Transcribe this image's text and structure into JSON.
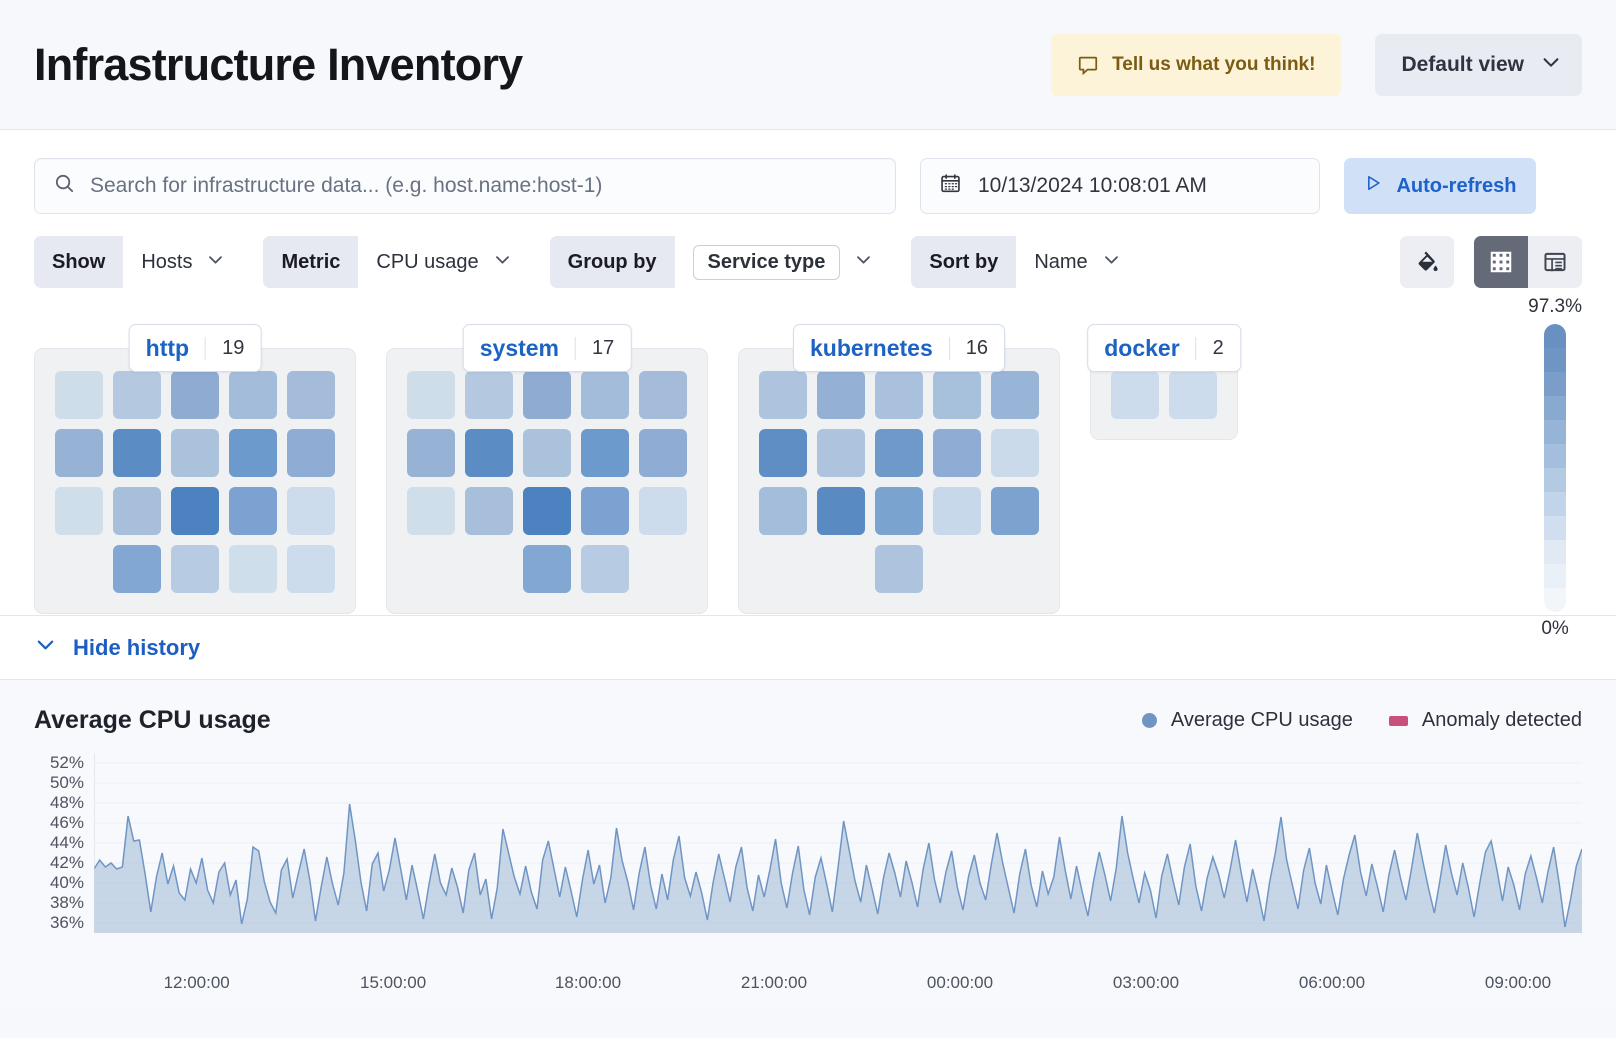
{
  "header": {
    "title": "Infrastructure Inventory",
    "feedback_label": "Tell us what you think!",
    "feedback_icon": "comment-icon",
    "view_label": "Default view",
    "view_chevron": "chevron-down-icon"
  },
  "search": {
    "placeholder": "Search for infrastructure data... (e.g. host.name:host-1)",
    "value": "",
    "icon": "search-icon"
  },
  "datepicker": {
    "value": "10/13/2024 10:08:01 AM",
    "icon": "calendar-icon"
  },
  "auto_refresh": {
    "label": "Auto-refresh",
    "icon": "play-icon"
  },
  "filters": [
    {
      "label": "Show",
      "value": "Hosts",
      "boxed": false
    },
    {
      "label": "Metric",
      "value": "CPU usage",
      "boxed": false
    },
    {
      "label": "Group by",
      "value": "Service type",
      "boxed": true
    },
    {
      "label": "Sort by",
      "value": "Name",
      "boxed": false
    }
  ],
  "toolbar": {
    "color_button_icon": "paint-bucket-icon",
    "grid_view_icon": "grid-view-icon",
    "table_view_icon": "table-view-icon",
    "active_view": "grid"
  },
  "legend_scale": {
    "max": "97.3%",
    "min": "0%",
    "colors": [
      "#6890c0",
      "#6e95c3",
      "#7a9ec9",
      "#88a9d0",
      "#96b4d7",
      "#a4bfdd",
      "#b3cae3",
      "#c2d4e9",
      "#d1deef",
      "#e0e9f4",
      "#eaf0f8",
      "#f2f6fb"
    ]
  },
  "groups": [
    {
      "name": "http",
      "count": "19",
      "rows": [
        [
          "#cdddea",
          "#b4c8e0",
          "#8fabd2",
          "#a3bcda",
          "#a4bcda"
        ],
        [
          "#96b2d5",
          "#5c8cc4",
          "#abc2dd",
          "#6d9acc",
          "#8eacd4"
        ],
        [
          "#cfdeeb",
          "#a8bfdb",
          "#4b82bf",
          "#7ba2d0",
          "#cddced"
        ],
        [
          "spacer",
          "#82a7d2",
          "#b7cbe3",
          "#cfdeeb",
          "#ccdced"
        ]
      ]
    },
    {
      "name": "system",
      "count": "17",
      "rows": [
        [
          "#cdddea",
          "#b4c8e0",
          "#8fabd2",
          "#a3bcda",
          "#a4bcda"
        ],
        [
          "#96b2d5",
          "#5c8cc4",
          "#abc2dd",
          "#6d9acc",
          "#8eacd4"
        ],
        [
          "#cfdeeb",
          "#a8bfdb",
          "#4b82bf",
          "#7ba2d0",
          "#cddced"
        ],
        [
          "spacer",
          "spacer",
          "#82a7d2",
          "#b7cbe3",
          "spacer"
        ]
      ]
    },
    {
      "name": "kubernetes",
      "count": "16",
      "rows": [
        [
          "#aec3dd",
          "#94b0d4",
          "#a9c1dd",
          "#a7c0dc",
          "#98b4d6"
        ],
        [
          "#5f8ec5",
          "#aec4de",
          "#6e99c9",
          "#8fadd4",
          "#cadaeb"
        ],
        [
          "#a4bddb",
          "#5a8ac2",
          "#7ba3d0",
          "#c7d8ea",
          "#7ca3d0"
        ],
        [
          "spacer",
          "spacer",
          "#adc3de",
          "spacer",
          "spacer"
        ]
      ]
    },
    {
      "name": "docker",
      "count": "2",
      "rows": [
        [
          "#ccdcec",
          "#ccdcec"
        ]
      ]
    }
  ],
  "history": {
    "toggle_label": "Hide history",
    "toggle_icon": "chevron-down-icon"
  },
  "chart_data": {
    "type": "area",
    "title": "Average CPU usage",
    "xlabel": "",
    "ylabel": "",
    "ylim": [
      35,
      53
    ],
    "grid": true,
    "legend_position": "top-right",
    "line_color": "#7095c4",
    "fill_color": "#b5c9e0",
    "anomaly_color": "#c9507a",
    "legend": [
      {
        "name": "Average CPU usage",
        "marker": "dot",
        "color": "#7095c4"
      },
      {
        "name": "Anomaly detected",
        "marker": "square",
        "color": "#c9507a"
      }
    ],
    "ytick_labels": [
      "52%",
      "50%",
      "48%",
      "46%",
      "44%",
      "42%",
      "40%",
      "38%",
      "36%"
    ],
    "ytick_values": [
      52,
      50,
      48,
      46,
      44,
      42,
      40,
      38,
      36
    ],
    "xtick_labels": [
      "12:00:00",
      "15:00:00",
      "18:00:00",
      "21:00:00",
      "00:00:00",
      "03:00:00",
      "06:00:00",
      "09:00:00"
    ],
    "xtick_positions": [
      0.069,
      0.201,
      0.332,
      0.457,
      0.582,
      0.707,
      0.832,
      0.957
    ],
    "series": [
      {
        "name": "Average CPU usage",
        "values": [
          41.4,
          42.3,
          41.6,
          42.0,
          41.4,
          41.6,
          46.7,
          44.2,
          44.3,
          40.9,
          37.1,
          40.6,
          43.0,
          39.9,
          41.7,
          39.0,
          38.3,
          41.4,
          40.0,
          42.5,
          39.3,
          38.0,
          41.1,
          42.0,
          38.8,
          40.3,
          35.9,
          38.4,
          43.6,
          43.2,
          40.1,
          38.1,
          37.0,
          41.3,
          42.4,
          38.5,
          41.0,
          43.4,
          40.3,
          36.2,
          39.6,
          42.6,
          39.9,
          37.8,
          41.0,
          47.9,
          44.3,
          40.1,
          37.2,
          41.9,
          43.0,
          39.2,
          41.3,
          44.5,
          41.4,
          38.3,
          41.8,
          39.2,
          36.4,
          39.9,
          42.9,
          40.0,
          38.8,
          41.5,
          39.6,
          37.0,
          41.3,
          43.0,
          38.8,
          40.4,
          36.4,
          39.5,
          45.4,
          43.0,
          40.6,
          38.9,
          41.7,
          39.1,
          37.4,
          42.3,
          44.2,
          41.4,
          38.6,
          41.6,
          39.2,
          36.6,
          40.3,
          43.3,
          39.9,
          41.8,
          38.0,
          40.5,
          45.5,
          42.2,
          40.1,
          37.3,
          41.0,
          43.6,
          39.8,
          37.4,
          40.9,
          38.3,
          42.3,
          44.7,
          40.5,
          38.7,
          41.1,
          39.0,
          36.3,
          40.0,
          42.9,
          40.5,
          38.1,
          41.6,
          43.6,
          39.5,
          37.2,
          40.8,
          38.6,
          41.3,
          44.4,
          40.0,
          37.5,
          41.0,
          43.7,
          39.3,
          36.8,
          40.6,
          42.5,
          39.9,
          37.1,
          41.5,
          46.2,
          43.2,
          40.2,
          38.1,
          41.8,
          39.4,
          36.9,
          40.5,
          43.0,
          41.0,
          38.6,
          42.2,
          40.1,
          37.6,
          41.4,
          44.0,
          40.3,
          38.0,
          41.1,
          43.2,
          39.6,
          37.3,
          40.7,
          42.8,
          40.0,
          38.3,
          41.9,
          45.0,
          42.0,
          39.5,
          37.0,
          40.9,
          43.4,
          39.8,
          37.6,
          41.2,
          38.9,
          40.6,
          44.6,
          41.3,
          38.4,
          41.7,
          39.1,
          36.7,
          40.2,
          43.1,
          40.8,
          38.2,
          41.5,
          46.7,
          43.0,
          40.4,
          38.0,
          41.0,
          39.3,
          36.5,
          40.7,
          42.9,
          40.2,
          37.8,
          41.6,
          43.9,
          39.7,
          37.2,
          40.5,
          42.6,
          40.9,
          38.5,
          41.2,
          44.3,
          41.0,
          38.1,
          41.4,
          39.0,
          36.2,
          40.1,
          43.0,
          46.6,
          42.3,
          39.8,
          37.4,
          41.3,
          43.5,
          40.0,
          37.9,
          41.8,
          39.2,
          36.8,
          40.4,
          42.8,
          44.8,
          41.1,
          38.7,
          41.9,
          39.6,
          37.1,
          40.8,
          43.3,
          40.6,
          38.3,
          41.5,
          45.0,
          42.1,
          39.4,
          37.0,
          40.3,
          43.8,
          41.0,
          38.8,
          42.0,
          39.5,
          36.6,
          40.0,
          43.1,
          44.2,
          41.4,
          38.2,
          41.6,
          39.8,
          37.3,
          40.9,
          42.7,
          40.5,
          38.0,
          41.1,
          43.6,
          39.9,
          35.6,
          38.4,
          41.7,
          43.4
        ]
      }
    ]
  }
}
